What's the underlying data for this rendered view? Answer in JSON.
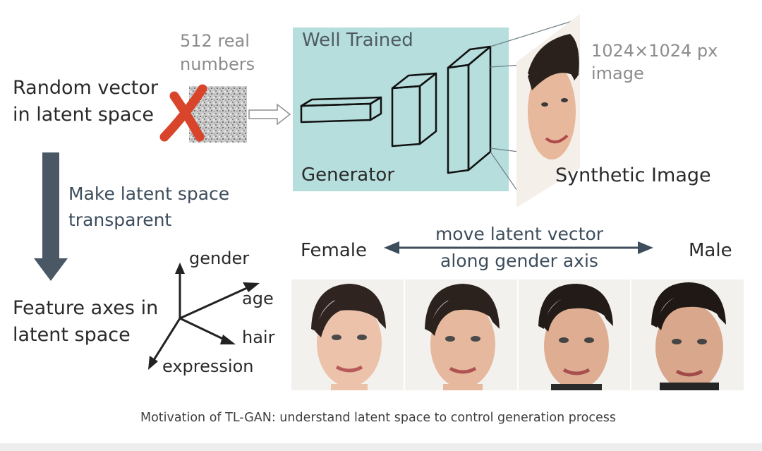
{
  "labels": {
    "random_vector_line1": "Random vector",
    "random_vector_line2": "in latent space",
    "real_numbers_line1": "512 real",
    "real_numbers_line2": "numbers",
    "well_trained": "Well Trained",
    "generator": "Generator",
    "image_size_line1": "1024×1024 px",
    "image_size_line2": "image",
    "synthetic_image": "Synthetic Image",
    "make_transparent_line1": "Make latent space",
    "make_transparent_line2": "transparent",
    "feature_axes_line1": "Feature axes in",
    "feature_axes_line2": "latent space",
    "female": "Female",
    "male": "Male",
    "move_line1": "move latent vector",
    "move_line2": "along gender axis"
  },
  "axes": {
    "gender": "gender",
    "age": "age",
    "hair": "hair",
    "expression": "expression"
  },
  "caption": "Motivation of TL-GAN: understand latent space to control generation process",
  "colors": {
    "generator_background": "#b5dedd",
    "red_cross": "#d9452b",
    "down_arrow": "#4a5866",
    "text_blue": "#3d4d5c",
    "text_gray": "#8c8c8c",
    "text_dark": "#2a2a2a"
  },
  "gender_strip": {
    "faces": [
      "female-leaning face",
      "slightly female face",
      "slightly male face",
      "male face"
    ]
  }
}
